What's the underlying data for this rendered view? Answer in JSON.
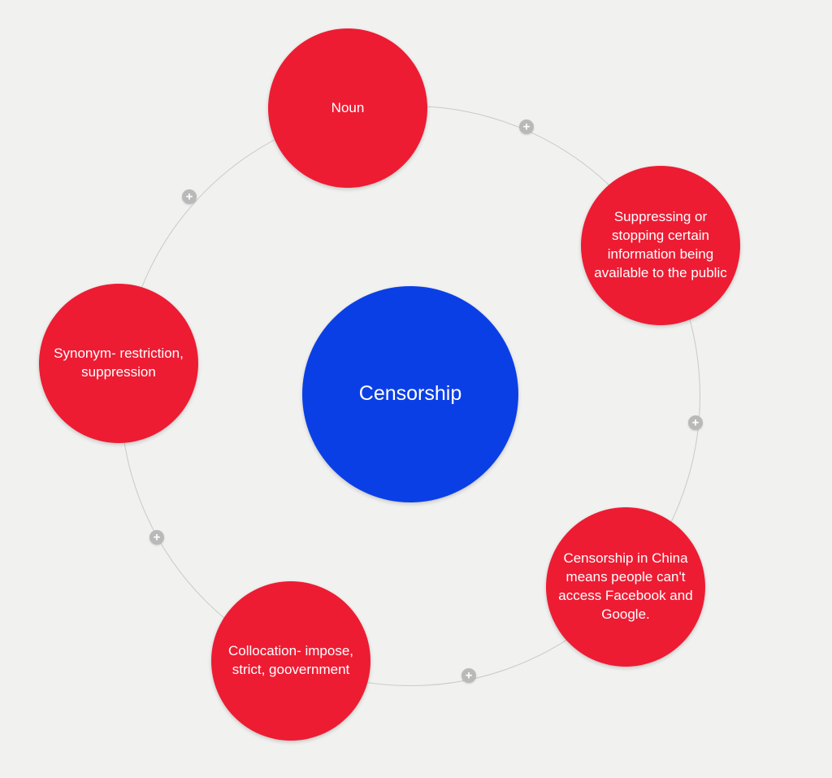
{
  "canvas": {
    "background": "#f1f1ef"
  },
  "diagram": {
    "type": "mind-map",
    "orbit_color": "#c9c9c9",
    "node_color": "#ed1c33",
    "center": {
      "label": "Censorship",
      "color": "#0b3fe6"
    },
    "nodes": [
      {
        "id": "noun",
        "label": "Noun"
      },
      {
        "id": "definition",
        "label": "Suppressing or stopping certain information being available to the public"
      },
      {
        "id": "synonym",
        "label": "Synonym- restriction, suppression"
      },
      {
        "id": "example",
        "label": "Censorship in China means people can't access Facebook and Google."
      },
      {
        "id": "collocation",
        "label": "Collocation- impose, strict, goovernment"
      }
    ],
    "add_button": {
      "symbol": "+",
      "color": "#b9b9b9"
    }
  }
}
